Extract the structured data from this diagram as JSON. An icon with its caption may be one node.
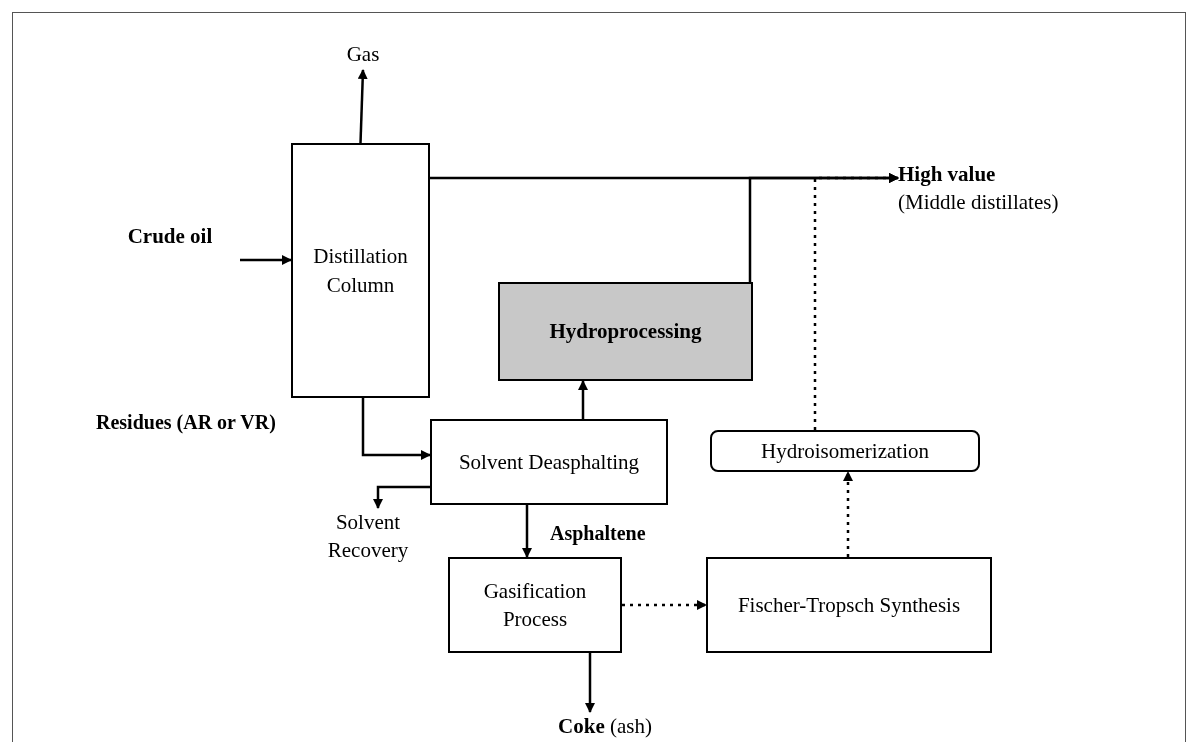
{
  "diagram": {
    "nodes": [
      {
        "text": [
          "Gas"
        ]
      },
      {
        "text": [
          "Distillation Column"
        ]
      },
      {
        "text": [
          "Crude oil"
        ]
      },
      {
        "text": [
          "High value",
          "(Middle distillates)"
        ]
      },
      {
        "text": [
          "Hydroprocessing"
        ]
      },
      {
        "text": [
          "Solvent Deasphalting"
        ]
      },
      {
        "text": [
          "Hydroisomerization"
        ]
      },
      {
        "text": [
          "Solvent Recovery"
        ]
      },
      {
        "text": [
          "Gasification Process"
        ]
      },
      {
        "text": [
          "Fischer-Tropsch Synthesis"
        ]
      },
      {
        "text": [
          "**Coke** (ash)"
        ]
      }
    ],
    "edges": [
      {
        "from": 2,
        "to": 1,
        "arrow": "to"
      },
      {
        "from": 1,
        "to": 0,
        "arrow": "to"
      },
      {
        "from": 1,
        "to": 3,
        "arrow": "to"
      },
      {
        "from": 4,
        "to": 3,
        "arrow": "to"
      },
      {
        "from": 6,
        "to": 3,
        "arrow": "to",
        "style": "dashed"
      },
      {
        "from": 1,
        "to": 5,
        "arrow": "to",
        "label": "Residues (AR or VR)"
      },
      {
        "from": 5,
        "to": 4,
        "arrow": "to"
      },
      {
        "from": 5,
        "to": 7,
        "arrow": "to"
      },
      {
        "from": 5,
        "to": 8,
        "arrow": "to",
        "label": "Asphaltene"
      },
      {
        "from": 8,
        "to": 9,
        "arrow": "to",
        "style": "dashed"
      },
      {
        "from": 9,
        "to": 6,
        "arrow": "to",
        "style": "dashed"
      },
      {
        "from": 8,
        "to": 10,
        "arrow": "to"
      }
    ]
  }
}
